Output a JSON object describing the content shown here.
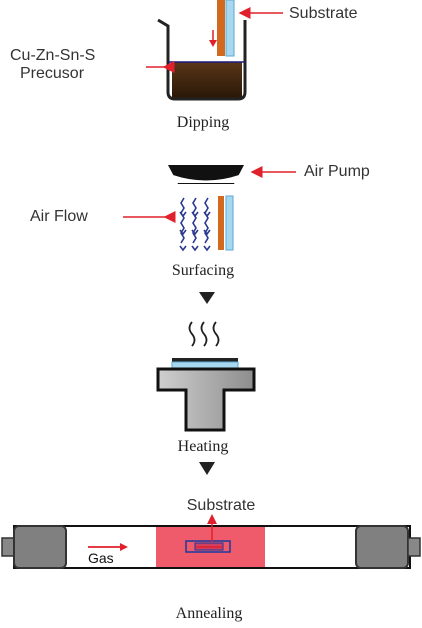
{
  "labels": {
    "substrate_top": "Substrate",
    "precursor_line1": "Cu-Zn-Sn-S",
    "precursor_line2": "Precusor",
    "dipping": "Dipping",
    "air_pump": "Air Pump",
    "air_flow": "Air Flow",
    "surfacing": "Surfacing",
    "heating": "Heating",
    "substrate_bottom": "Substrate",
    "gas": "Gas",
    "annealing": "Annealing"
  },
  "colors": {
    "arrow_red": "#e0202a",
    "substrate_orange": "#d2691e",
    "substrate_blue": "#a8d8f0",
    "precursor_brown": "#4a2c14",
    "airflow_blue": "#2b3a8f",
    "heater_gray": "#a9a9a9",
    "furnace_zone": "#ef5b6a",
    "end_cap": "#808080"
  }
}
